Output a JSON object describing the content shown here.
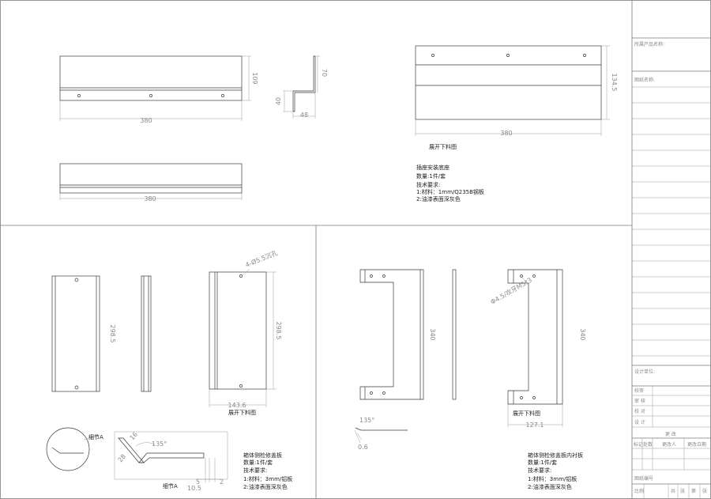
{
  "top": {
    "dims": {
      "w380a": "380",
      "h109": "109",
      "w48": "48",
      "h40": "40",
      "h70": "70",
      "w380b": "380",
      "w380c": "380",
      "h134": "134.5"
    },
    "unfold_label": "展开下料图",
    "notes": [
      "插座安装底座",
      "数量:1件/套",
      "技术要求:",
      "1:材料：1mm/Q235B钢板",
      "2:油漆表面深灰色"
    ]
  },
  "left": {
    "dims": {
      "h298a": "298.5",
      "h298b": "298.5",
      "w143": "143.6",
      "hole": "4-Ø5.5沉孔",
      "d135": "135°",
      "d16": "16",
      "d28": "28",
      "d5": "5",
      "d2": "2",
      "d10": "10.5"
    },
    "unfold_label": "展开下料图",
    "detail_label": "细节A",
    "detail_label2": "细节A",
    "notes": [
      "箱体侧检修盖板",
      "数量:1件/套",
      "技术要求:",
      "1:材料：3mm/铝板",
      "2:油漆表面深灰色"
    ]
  },
  "right": {
    "dims": {
      "h340a": "340",
      "h340b": "340",
      "w127": "127.1",
      "hole": "Φ4.5/攻牙M5*3",
      "d135": "135°",
      "d06": "0.6"
    },
    "unfold_label": "展开下料图",
    "notes": [
      "箱体侧检修盖板内衬板",
      "数量:1件/套",
      "技术要求:",
      "1:材料：3mm/铝板",
      "2:油漆表面深灰色"
    ]
  },
  "title_block": {
    "product": "所属产品名称:",
    "drawing": "图纸名称:",
    "unit": "设计单位:",
    "proof": "校审",
    "review": "审 核",
    "check": "校 对",
    "design": "设 计",
    "revision": "更 改",
    "mark": "标记",
    "count": "处数",
    "changer": "更改人",
    "date": "更改日期",
    "number": "图纸编号",
    "scale": "比例",
    "bottom": [
      "共",
      "张",
      "第",
      "张"
    ]
  }
}
